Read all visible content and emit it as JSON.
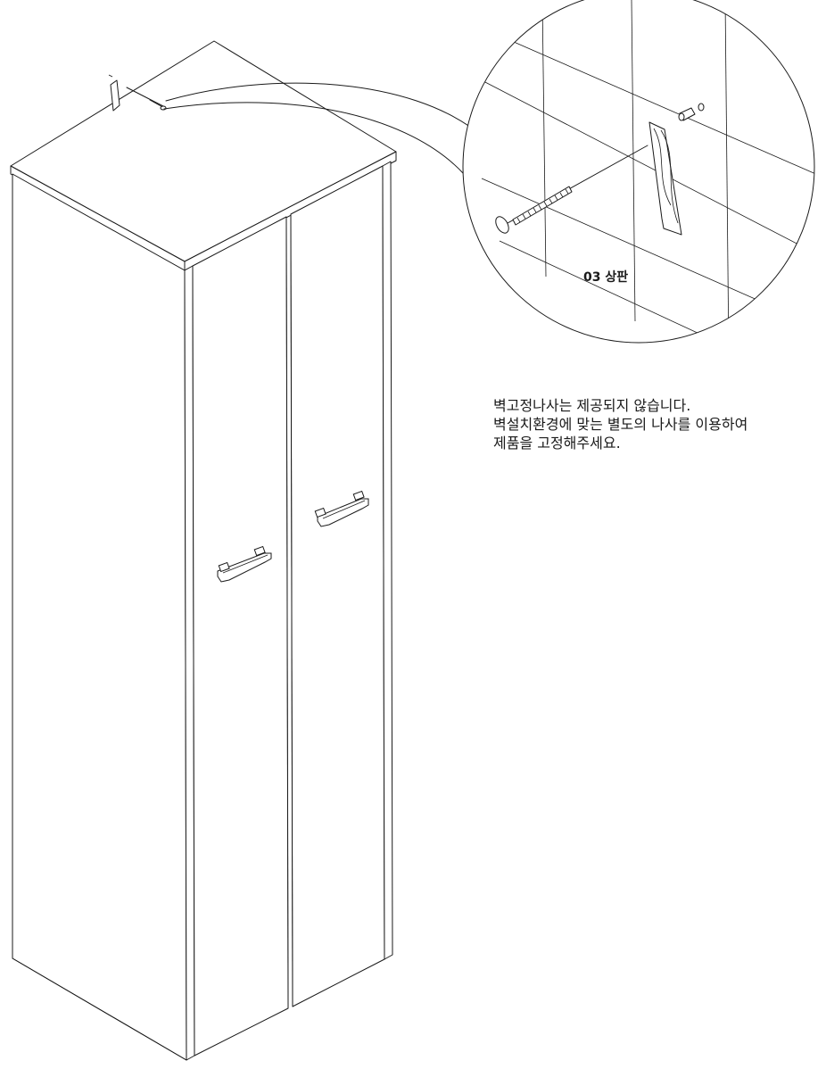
{
  "callout": {
    "part_label": "03 상판"
  },
  "note": {
    "lines": [
      "벽고정나사는 제공되지 않습니다.",
      "벽설치환경에 맞는 별도의 나사를 이용하여",
      "제품을 고정해주세요."
    ]
  },
  "colors": {
    "line": "#1a1a1a",
    "background": "#ffffff"
  }
}
